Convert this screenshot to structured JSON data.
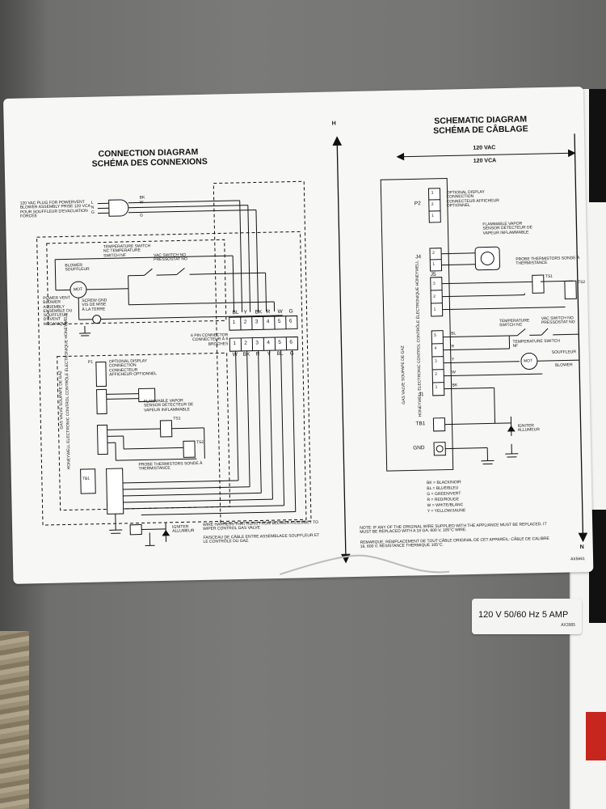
{
  "connection": {
    "title_en": "CONNECTION DIAGRAM",
    "title_fr": "SCHÉMA DES CONNEXIONS",
    "plug_note": "120 VAC PLUG FOR POWERVENT BLOWER ASSEMBLY PRISE 120 VCA POUR SOUFFLEUR D'EVACUATION FORCÉE",
    "wire_bk": "BK",
    "wire_w": "W",
    "wire_g": "G",
    "plug_pin_l": "L",
    "plug_pin_n": "N",
    "plug_pin_g": "G",
    "temp_switch": "TEMPERATURE SWITCH NC TEMPERATURE SWITCH NF",
    "vac_switch": "VAC SWITCH NO PRESSOSTAT NO",
    "blower": "BLOWER SOUFFLEUR",
    "mot": "MOT",
    "power_vent": "POWER VENT BLOWER ASSEMBLY ENSEMBLE DU SOUFFLEUR D'ÉVENT MÉCANIQUE",
    "screw": "SCREW GND VIS DE MISE À LA TERRE",
    "pin6": "6 PIN CONNECTOR CONNECTEUR À 6 BROCHES",
    "pins": [
      "1",
      "2",
      "3",
      "4",
      "5",
      "6"
    ],
    "top_wires": [
      "BL",
      "Y",
      "BK",
      "R",
      "W",
      "G"
    ],
    "bot_wires": [
      "W",
      "BK",
      "R",
      "Y",
      "BL",
      "G"
    ],
    "p1": "P1",
    "optional_display": "OPTIONAL DISPLAY CONNECTION CONNECTEUR AFFICHEUR OPTIONNEL",
    "control_vertical": "HONEYWELL ELECTRONIC CONTROL CONTRÔLE ÉLECTRONIQUE HONEYWELL",
    "gas_valve_vertical": "GAS VALVE SOUPAPE DE GAZ",
    "flammable": "FLAMMABLE VAPOR SENSOR DÉTECTEUR DE VAPEUR INFLAMMABLE",
    "ts1": "TS1",
    "ts2": "TS2",
    "probe": "PROBE THERMISTORS SONDE À THERMISTANCE",
    "tb1": "TB1",
    "igniter": "IGNITER ALLUMEUR",
    "harness_en": "WIRE HARNESS THAT RUNS FROM BLOWER ASSEMBLY TO WIPER CONTROL GAS VALVE",
    "harness_fr": "FAISCEAU DE CÂBLE ENTRE ASSEMBLAGE SOUFFLEUR ET LE CONTRÔLE DU GAZ."
  },
  "schematic": {
    "title_en": "SCHEMATIC DIAGRAM",
    "title_fr": "SCHÉMA DE CÂBLAGE",
    "vac": "120 VAC",
    "vca": "120 VCA",
    "h": "H",
    "n": "N",
    "p2": "P2",
    "p2_pins": [
      "3",
      "2",
      "1"
    ],
    "optional_display": "OPTIONAL DISPLAY CONNECTION CONNECTEUR AFFICHEUR OPTIONNEL",
    "flammable": "FLAMMABLE VAPOR SENSOR DÉTECTEUR DE VAPEUR INFLAMMABLE",
    "j4": "J4",
    "j4_pins": [
      "2",
      "1"
    ],
    "j5": "J5",
    "j5_pins": [
      "3",
      "2",
      "1"
    ],
    "probe": "PROBE THERMISTORS SONDE À THERMISTANCE",
    "ts1": "TS1",
    "ts2": "TS2",
    "control_vertical": "HONEYWELL ELECTRONIC CONTROL CONTRÔLE ÉLECTRONIQUE HONEYWELL",
    "gas_valve_vertical": "GAS VALVE SOUPAPE DE GAZ",
    "temp_switch": "TEMPERATURE SWITCH NC",
    "temp_switch_fr": "TEMPERATURE SWITCH NF",
    "vac_switch": "VAC SWITCH NO PRESSOSTAT NO",
    "j1_pins": [
      "5",
      "4",
      "3",
      "2",
      "1"
    ],
    "j1_wires": [
      "BL",
      "R",
      "Y",
      "W",
      "BK"
    ],
    "j1": "J1",
    "mot": "MOT",
    "souffleur": "SOUFFLEUR",
    "blower": "BLOWER",
    "tb1": "TB1",
    "gnd": "GND",
    "igniter": "IGNITER ALLUMEUR",
    "legend": [
      "BK  = BLACK/NOIR",
      "BL  = BLUE/BLEU",
      "G   = GREEN/VERT",
      "R   = RED/ROUGE",
      "W   = WHITE/BLANC",
      "Y   = YELLOW/JAUNE"
    ],
    "note_en": "NOTE: IF ANY OF THE ORIGINAL WIRE SUPPLIED WITH THE APPLIANCE MUST BE REPLACED, IT MUST BE REPLACED WITH A 18 GA, 600 V, 105°C WIRE.",
    "note_fr": "REMARQUE: REMPLACEMENT DE TOUT CÂBLE ORIGINAL DE CET APPAREIL: CÂBLE DE CALIBRE 18, 600 V, RÉSISTANCE THERMIQUE 105°C.",
    "part": "AX5661"
  },
  "rating": {
    "text": "120 V  50/60 Hz  5 AMP",
    "code": "AX3985"
  }
}
